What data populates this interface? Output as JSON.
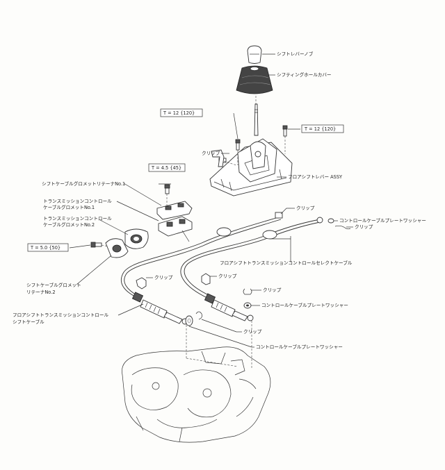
{
  "labels": {
    "shift_lever_knob": "シフトレバーノブ",
    "shifting_hole_cover": "シフティングホールカバー",
    "floor_shift_lever_assy": "フロアシフトレバー ASSY",
    "clip_1": "クリップ",
    "clip_2": "クリップ",
    "clip_3": "クリップ",
    "clip_4": "クリップ",
    "clip_5": "クリップ",
    "clip_6": "クリップ",
    "clip_7": "クリップ",
    "washer_right": "コントロールケーブルプレートワッシャー",
    "washer_mid": "コントロールケーブルプレートワッシャー",
    "washer_bottom": "コントロールケーブルプレートワッシャー",
    "select_cable": "フロアシフトトランスミッションコントロールセレクトケーブル",
    "retainer_no1": "シフトケーブルグロメットリテーナNo.1",
    "grommet_no1_l1": "トランスミッションコントロール",
    "grommet_no1_l2": "ケーブルグロメットNo.1",
    "grommet_no2_l1": "トランスミッションコントロール",
    "grommet_no2_l2": "ケーブルグロメットNo.2",
    "retainer_no2_l1": "シフトケーブルグロメット",
    "retainer_no2_l2": "リテーナNo.2",
    "shift_cable_l1": "フロアシフトトランスミッションコントロール",
    "shift_cable_l2": "シフトケーブル"
  },
  "torques": {
    "t1": "T = 12 {120}",
    "t2": "T = 12 {120}",
    "t3": "T = 4.5 {45}",
    "t4": "T = 5.0 {50}"
  }
}
